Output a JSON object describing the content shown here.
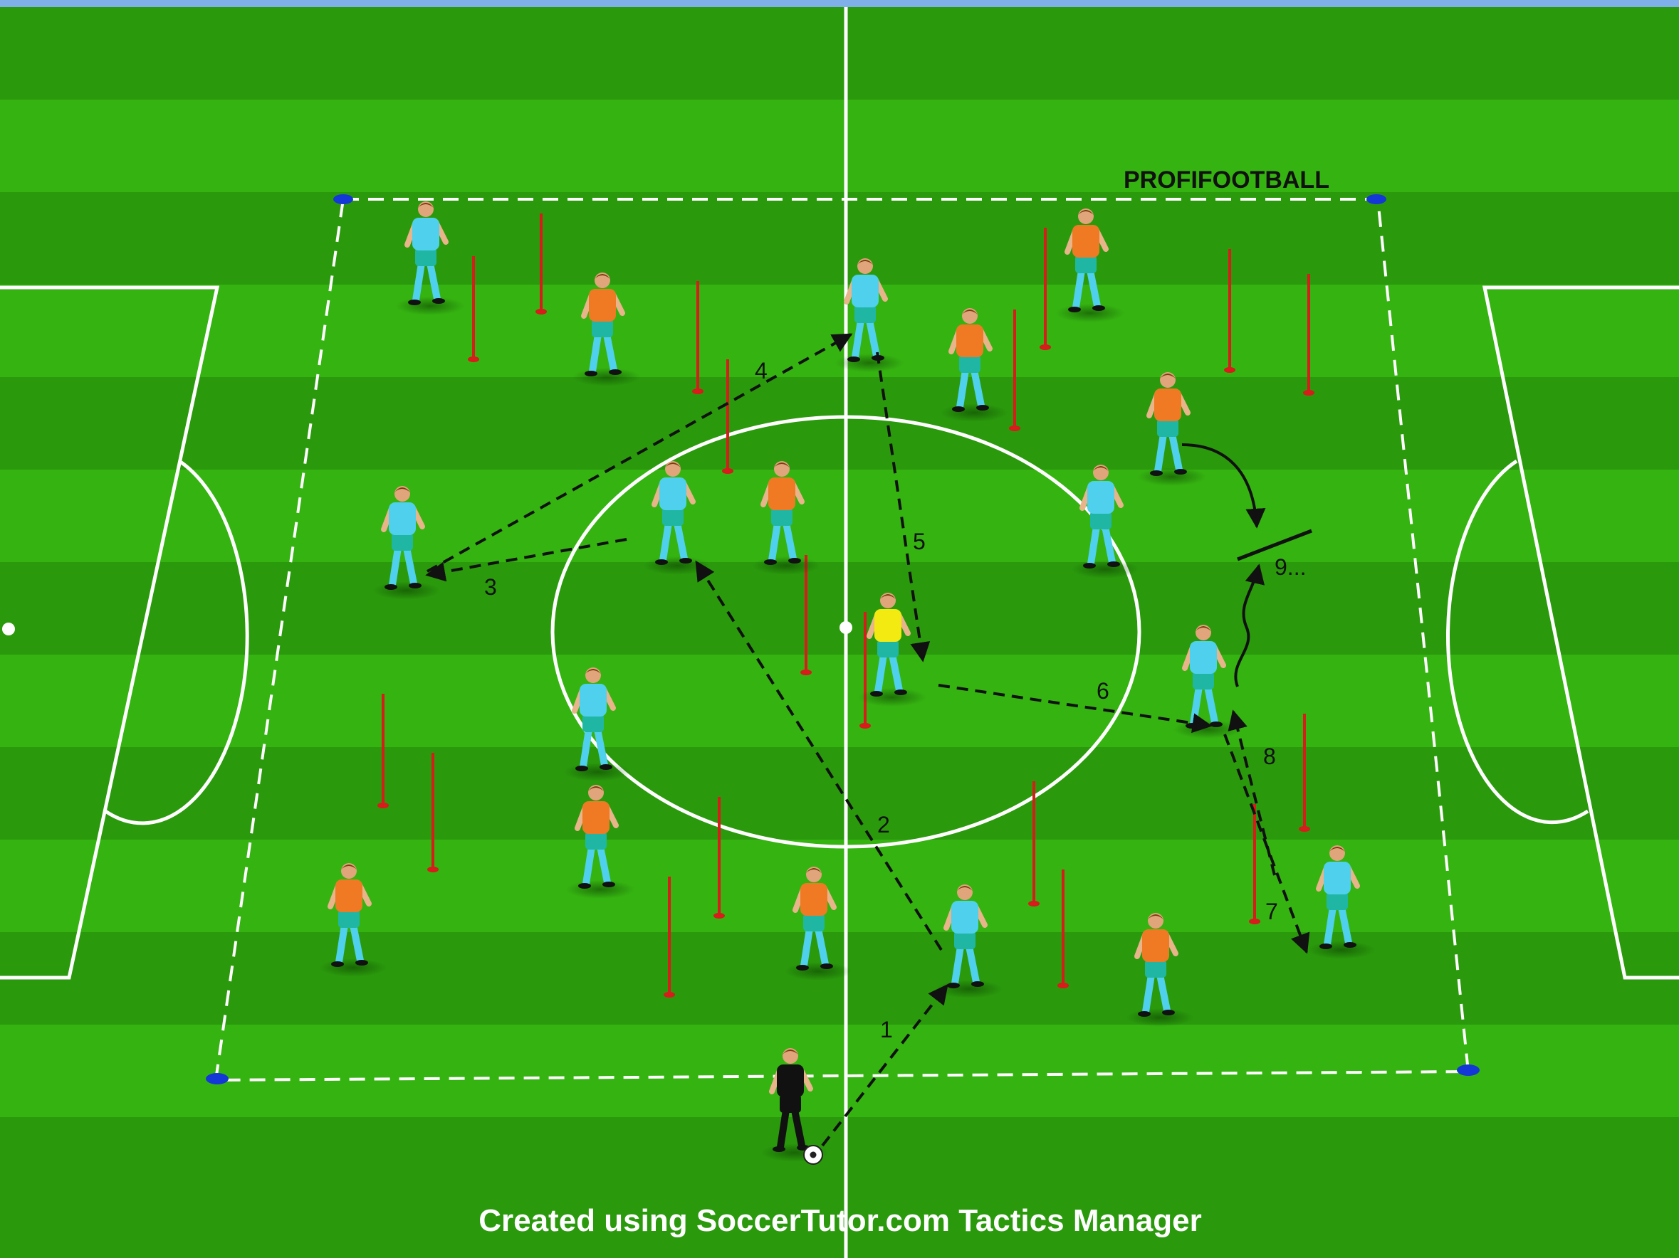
{
  "watermark": "PROFIFOOTBALL",
  "credit": "Created using SoccerTutor.com Tactics Manager",
  "colors": {
    "grass_light": "#35b311",
    "grass_dark": "#2a9a0c",
    "team_blue": "#4fd0ec",
    "team_orange": "#f07a24",
    "neutral_yellow": "#f3ea12",
    "coach_black": "#111111",
    "shorts_teal": "#1fb7a4",
    "pole_red": "#d81b1b",
    "cone_blue": "#1437d8"
  },
  "sequence_labels": [
    "1",
    "2",
    "3",
    "4",
    "5",
    "6",
    "7",
    "8",
    "9..."
  ]
}
